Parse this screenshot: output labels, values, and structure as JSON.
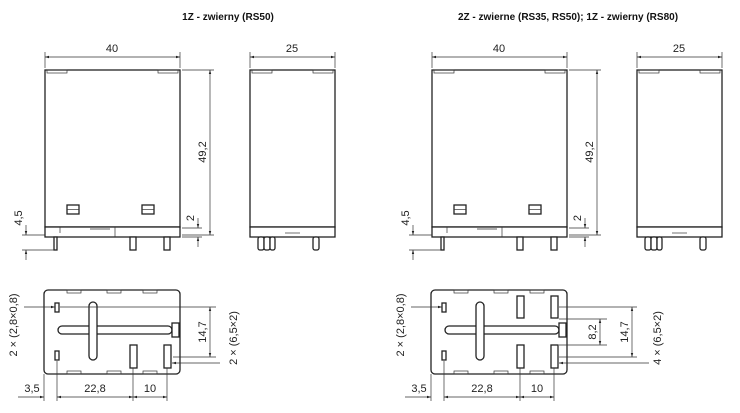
{
  "panels": [
    {
      "title": "1Z - zwierny (RS50)",
      "width_front": "40",
      "width_side": "25",
      "height": "49,2",
      "base_offset": "2",
      "pin_length": "4,5",
      "small_pins": "2 × (2,8×0,8)",
      "large_pins": "2 × (6,5×2)",
      "pin_spacing_vertical": "14,7",
      "dim_left": "3,5",
      "dim_middle": "22,8",
      "dim_right": "10"
    },
    {
      "title": "2Z - zwierne (RS35, RS50); 1Z - zwierny (RS80)",
      "width_front": "40",
      "width_side": "25",
      "height": "49,2",
      "base_offset": "2",
      "pin_length": "4,5",
      "small_pins": "2 × (2,8×0,8)",
      "large_pins": "4 × (6,5×2)",
      "pin_spacing_inner": "8,2",
      "pin_spacing_vertical": "14,7",
      "dim_left": "3,5",
      "dim_middle": "22,8",
      "dim_right": "10"
    }
  ]
}
